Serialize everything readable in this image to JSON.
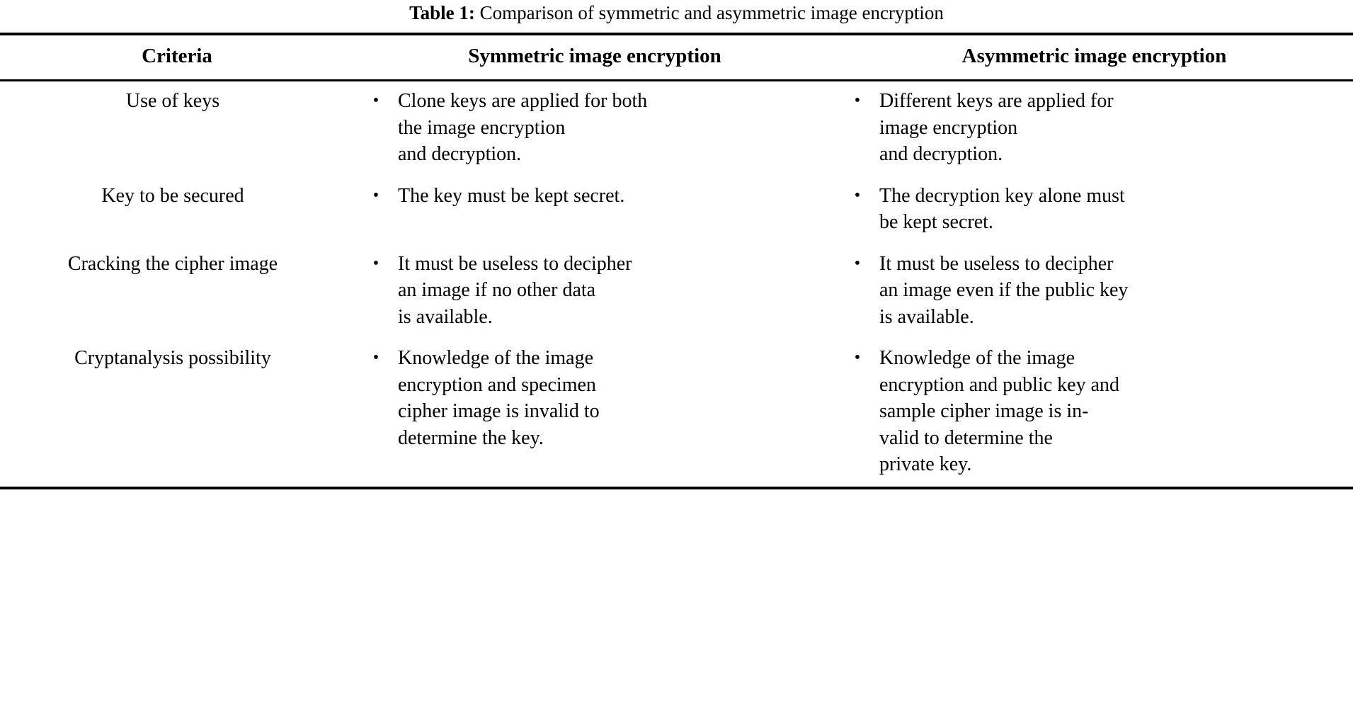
{
  "caption": {
    "label": "Table 1:",
    "text": "Comparison of symmetric and asymmetric image encryption"
  },
  "table": {
    "headers": {
      "criteria": "Criteria",
      "symmetric": "Symmetric image encryption",
      "asymmetric": "Asymmetric image encryption"
    },
    "bullet_glyph": "•",
    "rows": [
      {
        "criteria": "Use of keys",
        "symmetric": {
          "lines": [
            "Clone keys are applied for both",
            "the image encryption",
            "and decryption."
          ]
        },
        "asymmetric": {
          "lines": [
            "Different keys are applied for",
            "image encryption",
            "and decryption."
          ]
        }
      },
      {
        "criteria": "Key to be secured",
        "symmetric": {
          "lines": [
            "The key must be kept secret."
          ]
        },
        "asymmetric": {
          "lines": [
            "The decryption key alone must",
            "be kept secret."
          ]
        }
      },
      {
        "criteria": "Cracking the cipher image",
        "symmetric": {
          "lines": [
            "It must be useless to decipher",
            "an image if no other data",
            "is available."
          ]
        },
        "asymmetric": {
          "lines": [
            "It must be useless to decipher",
            "an image even if the public key",
            "is available."
          ]
        }
      },
      {
        "criteria": "Cryptanalysis possibility",
        "symmetric": {
          "lines": [
            "Knowledge of the image",
            "encryption and specimen",
            "cipher image is invalid to",
            "determine the key."
          ]
        },
        "asymmetric": {
          "lines": [
            "Knowledge of the image",
            "encryption and public key and",
            "sample cipher image is in-",
            "valid to determine the",
            "private key."
          ]
        }
      }
    ]
  }
}
